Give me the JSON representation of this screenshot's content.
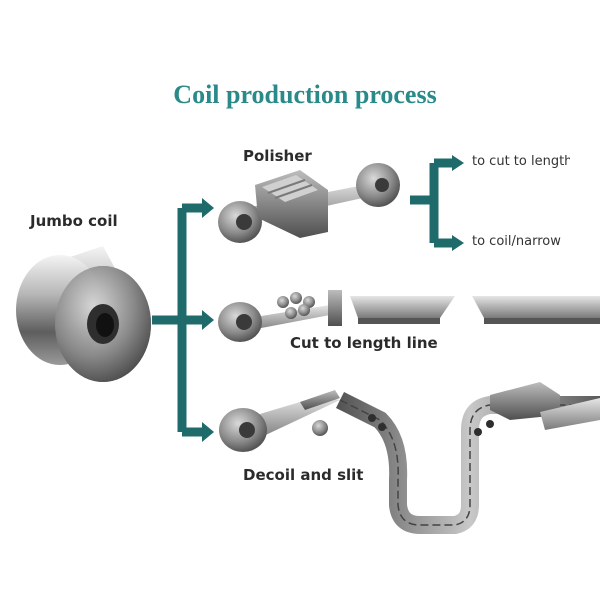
{
  "title": "Coil production process",
  "labels": {
    "jumbo": "Jumbo coil",
    "polisher": "Polisher",
    "cut_line": "Cut to length line",
    "decoil": "Decoil and slit"
  },
  "destinations": {
    "cut": "to cut to length",
    "coil": "to coil/narrow"
  },
  "colors": {
    "accent": "#1f6b6b",
    "title": "#2a8a8a"
  }
}
